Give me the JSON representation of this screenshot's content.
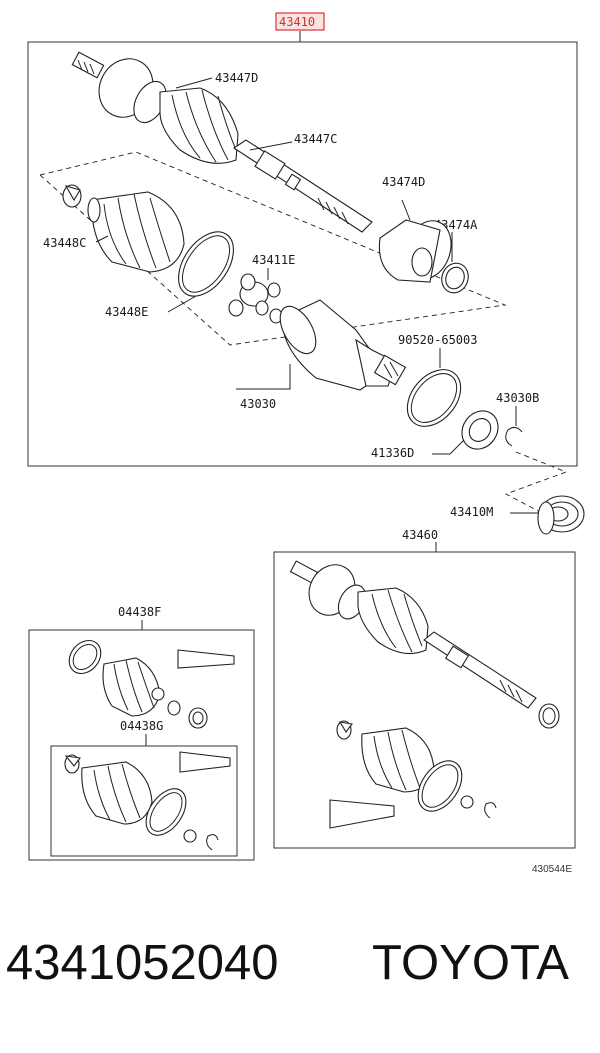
{
  "diagram": {
    "header_code": "43410",
    "reference": "430544E",
    "labels": {
      "l43447D": "43447D",
      "l43447C": "43447C",
      "l43474D": "43474D",
      "l43474A": "43474A",
      "l43448C": "43448C",
      "l43411E": "43411E",
      "l43448E": "43448E",
      "l90520": "90520-65003",
      "l43030": "43030",
      "l43030B": "43030B",
      "l41336D": "41336D",
      "l43410M": "43410M",
      "l43460": "43460",
      "l04438F": "04438F",
      "l04438G": "04438G"
    }
  },
  "footer": {
    "part_number": "4341052040",
    "brand": "TOYOTA"
  }
}
